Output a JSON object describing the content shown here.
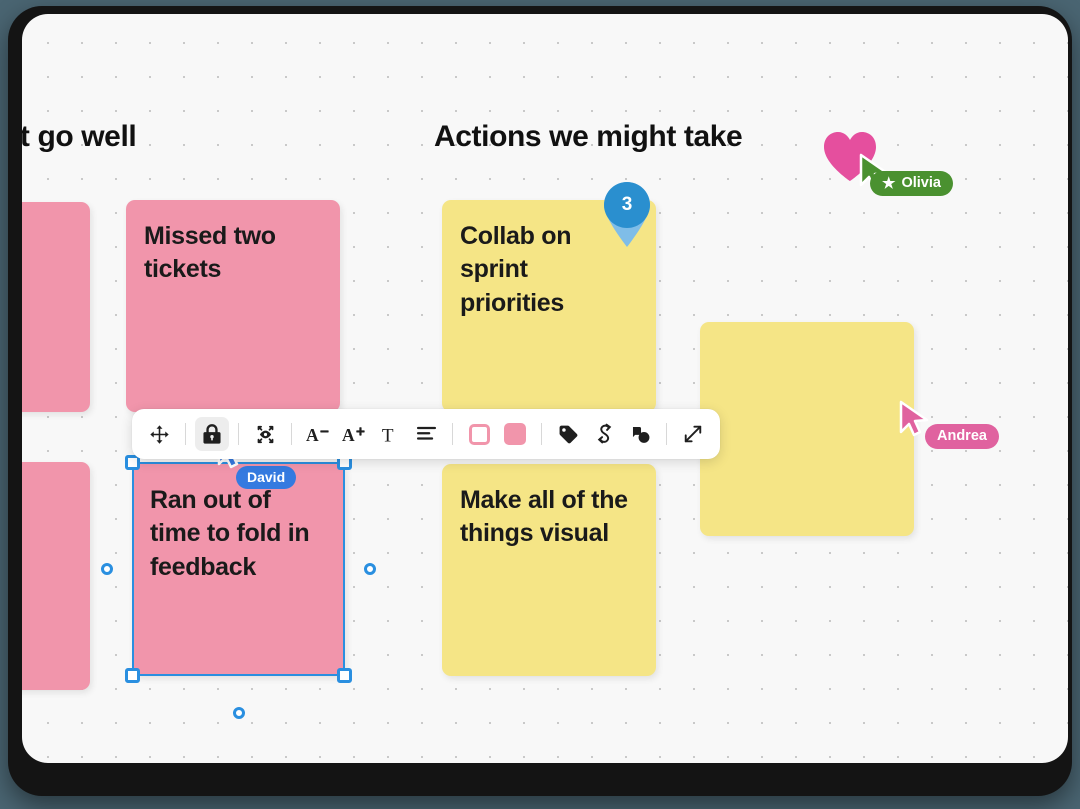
{
  "board": {
    "headers": {
      "left": "’t go well",
      "right": "Actions we might take"
    },
    "notes": [
      {
        "id": "pink-partial-top",
        "text": "",
        "color": "#f195ab"
      },
      {
        "id": "pink-partial-bottom",
        "text": "",
        "color": "#f195ab"
      },
      {
        "id": "missed-tickets",
        "text": "Missed two tickets",
        "color": "#f195ab"
      },
      {
        "id": "collab-sprint",
        "text": "Collab on sprint priorities",
        "color": "#f5e586"
      },
      {
        "id": "make-visual",
        "text": "Make all of the things visual",
        "color": "#f5e586"
      },
      {
        "id": "empty-yellow",
        "text": "",
        "color": "#f5e586"
      },
      {
        "id": "selected-feedback",
        "text": "Ran out of time to fold in feedback",
        "color": "#f195ab"
      }
    ]
  },
  "toolbar": {
    "items": [
      {
        "name": "move-icon",
        "label": "Move"
      },
      {
        "name": "lock-icon",
        "label": "Lock",
        "active": true
      },
      {
        "name": "hide-icon",
        "label": "Hide"
      },
      {
        "name": "font-smaller-icon",
        "label": "A-"
      },
      {
        "name": "font-larger-icon",
        "label": "A+"
      },
      {
        "name": "text-style-icon",
        "label": "T"
      },
      {
        "name": "text-align-icon",
        "label": "Align"
      },
      {
        "name": "border-color-icon",
        "label": "Border color",
        "color": "#f195ab"
      },
      {
        "name": "fill-color-icon",
        "label": "Fill color",
        "color": "#f195ab"
      },
      {
        "name": "tag-icon",
        "label": "Tag"
      },
      {
        "name": "link-icon",
        "label": "Link"
      },
      {
        "name": "shapes-icon",
        "label": "Shapes"
      },
      {
        "name": "expand-icon",
        "label": "Expand"
      }
    ]
  },
  "collaborators": [
    {
      "name": "Olivia",
      "color": "#4a9130",
      "starred": true,
      "star": "★"
    },
    {
      "name": "Andrea",
      "color": "#e0629f",
      "starred": false
    },
    {
      "name": "David",
      "color": "#357ae0",
      "starred": false
    }
  ],
  "reactions": {
    "heart_color": "#e54f9e"
  },
  "comment_pin": {
    "count": "3",
    "color": "#2a8fcf"
  }
}
